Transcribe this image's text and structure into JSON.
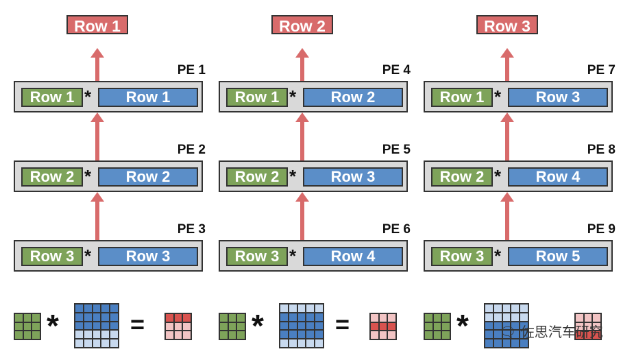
{
  "columns": [
    {
      "output": "Row 1",
      "pes": [
        {
          "label": "PE 1",
          "green": "Row 1",
          "blue": "Row 1"
        },
        {
          "label": "PE 2",
          "green": "Row 2",
          "blue": "Row 2"
        },
        {
          "label": "PE 3",
          "green": "Row 3",
          "blue": "Row 3"
        }
      ]
    },
    {
      "output": "Row 2",
      "pes": [
        {
          "label": "PE 4",
          "green": "Row 1",
          "blue": "Row 2"
        },
        {
          "label": "PE 5",
          "green": "Row 2",
          "blue": "Row 3"
        },
        {
          "label": "PE 6",
          "green": "Row 3",
          "blue": "Row 4"
        }
      ]
    },
    {
      "output": "Row 3",
      "pes": [
        {
          "label": "PE 7",
          "green": "Row 1",
          "blue": "Row 3"
        },
        {
          "label": "PE 8",
          "green": "Row 2",
          "blue": "Row 4"
        },
        {
          "label": "PE 9",
          "green": "Row 3",
          "blue": "Row 5"
        }
      ]
    }
  ],
  "operators": {
    "star": "*",
    "equals": "="
  },
  "watermark": "佐思汽车研究",
  "colors": {
    "output_red": "#d86b6b",
    "filter_green": "#7ea35a",
    "input_blue": "#5b8ec8",
    "pe_gray": "#d9d9d9"
  }
}
